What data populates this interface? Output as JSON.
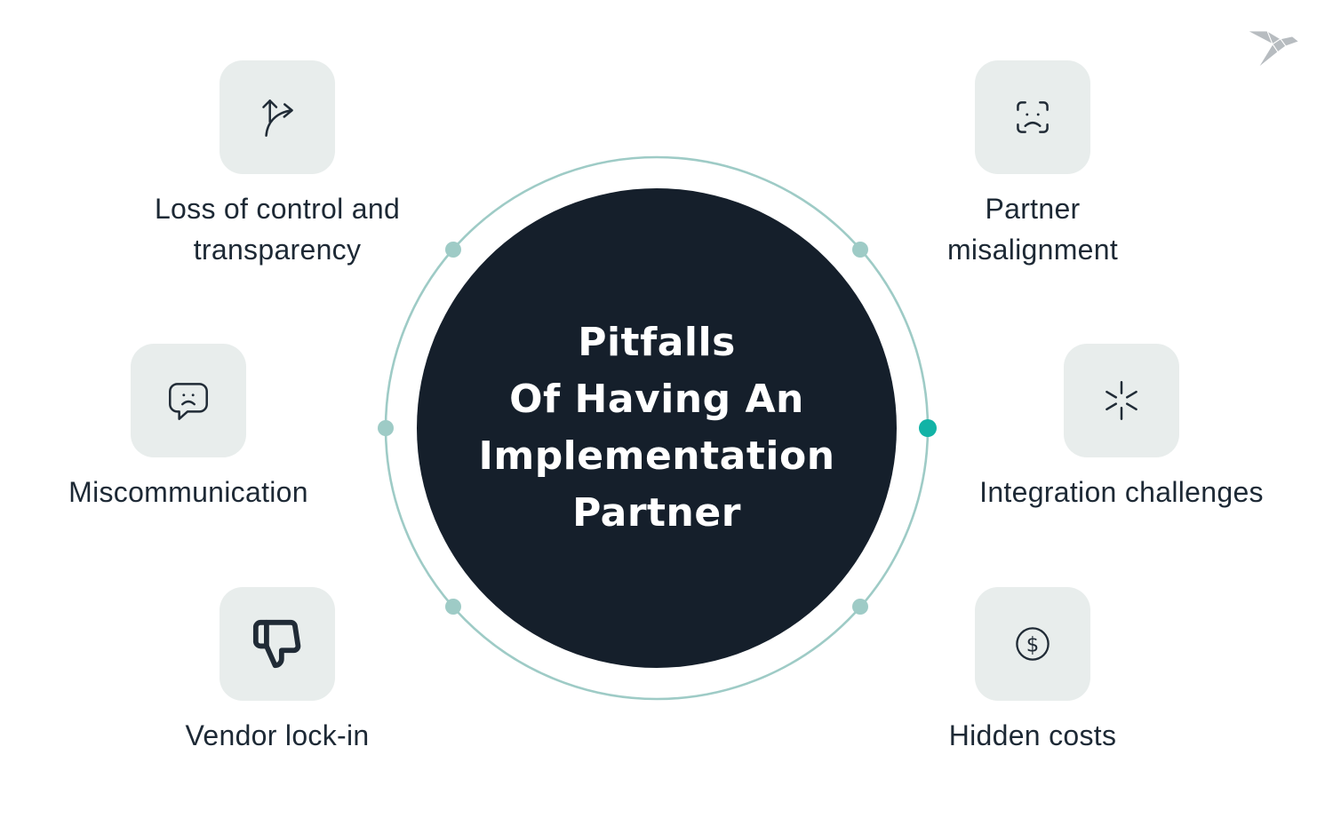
{
  "title": {
    "text": "Pitfalls\nOf Having An\nImplementation\nPartner"
  },
  "items": [
    {
      "id": "loss-of-control",
      "label": "Loss of control and\ntransparency",
      "icon": "branch-arrow-icon"
    },
    {
      "id": "partner-misalignment",
      "label": "Partner\nmisalignment",
      "icon": "face-scan-sad-icon"
    },
    {
      "id": "miscommunication",
      "label": "Miscommunication",
      "icon": "sad-speech-bubble-icon"
    },
    {
      "id": "integration-challenges",
      "label": "Integration challenges",
      "icon": "collision-burst-icon"
    },
    {
      "id": "vendor-lock-in",
      "label": "Vendor lock-in",
      "icon": "thumbs-down-icon"
    },
    {
      "id": "hidden-costs",
      "label": "Hidden costs",
      "icon": "dollar-circle-icon"
    }
  ],
  "logo": {
    "name": "origami-bird-logo"
  },
  "colors": {
    "background": "#ffffff",
    "center_circle": "#151f2b",
    "ring": "#9ecbc6",
    "accent_dot": "#12b3a6",
    "tile": "#e8edec",
    "icon_stroke": "#202b36",
    "label_text": "#1d2935",
    "title_text": "#ffffff",
    "logo_gray": "#b7bcc0"
  }
}
